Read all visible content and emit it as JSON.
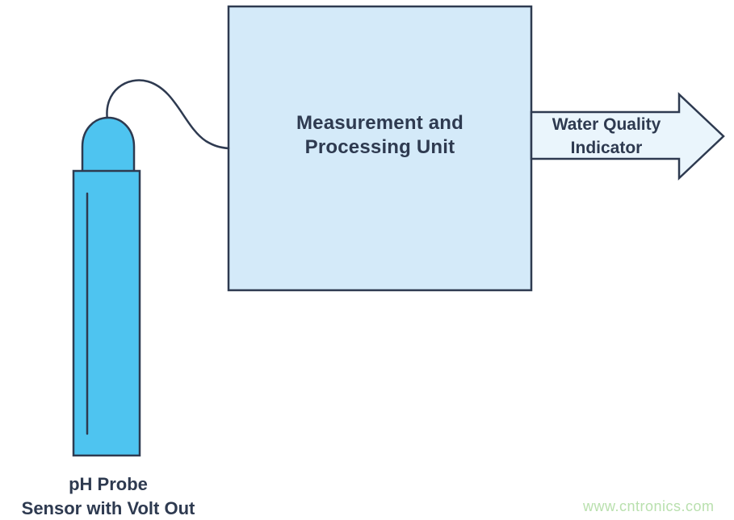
{
  "diagram": {
    "processing_unit": {
      "label_line1": "Measurement and",
      "label_line2": "Processing Unit"
    },
    "output_arrow": {
      "label_line1": "Water Quality",
      "label_line2": "Indicator"
    },
    "probe": {
      "label_line1": "pH Probe",
      "label_line2": "Sensor with Volt Out"
    },
    "watermark": "www.cntronics.com",
    "colors": {
      "probe_fill": "#4ec4f0",
      "box_fill": "#d4eaf9",
      "arrow_fill": "#eaf5fc",
      "stroke": "#2e3a50",
      "text": "#2e3a50",
      "watermark": "#b9e0ae",
      "background": "#ffffff"
    }
  }
}
